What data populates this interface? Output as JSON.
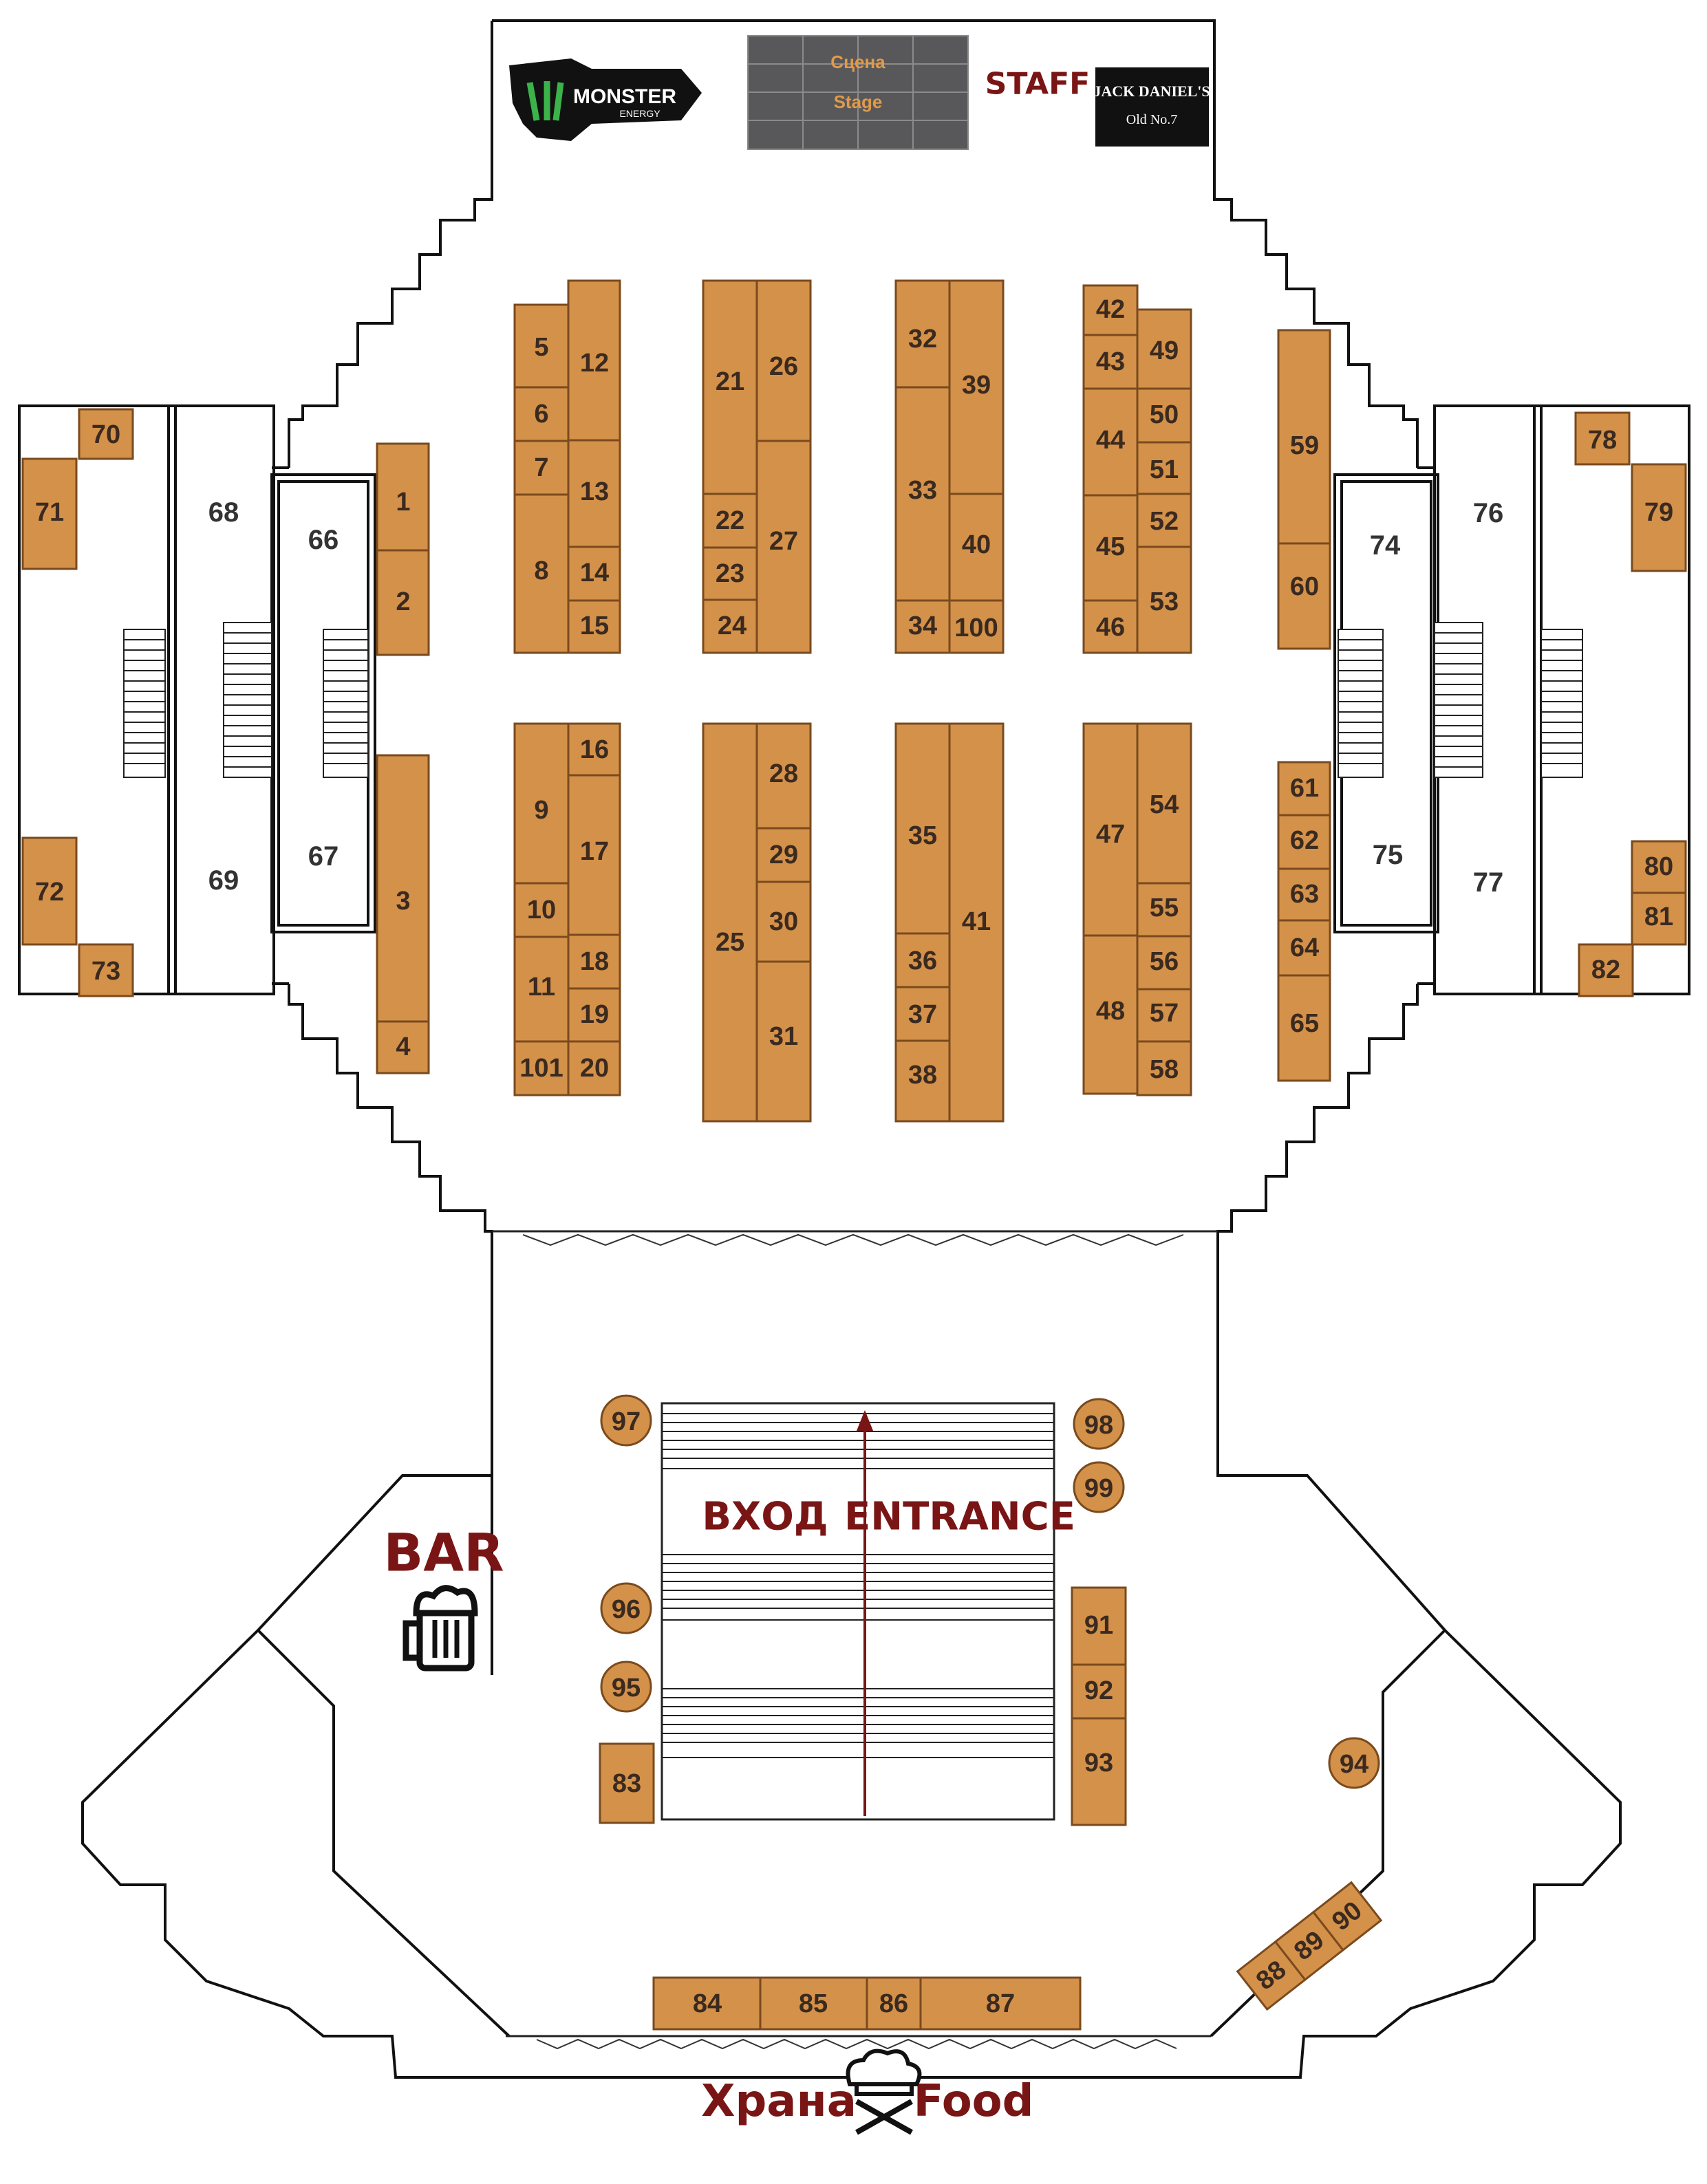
{
  "stage": {
    "line1": "Сцена",
    "line2": "Stage"
  },
  "staff_label": "STAFF",
  "brands": {
    "monster": "MONSTER",
    "monster_sub": "ENERGY",
    "jack": "JACK DANIEL'S",
    "jack_sub": "Old No.7"
  },
  "entrance": {
    "ru": "ВХОД",
    "en": "ENTRANCE"
  },
  "bar_label": "BAR",
  "food": {
    "ru": "Храна",
    "en": "Food"
  },
  "colors": {
    "booth": "#d4914a",
    "booth_border": "#7a4a1d",
    "accent": "#7a1515",
    "stage": "#58585a"
  },
  "icons": [
    "monster-logo-icon",
    "jack-daniels-logo-icon",
    "beer-mug-icon",
    "chef-hat-icon",
    "entrance-arrow-icon"
  ],
  "booths": [
    "1",
    "2",
    "3",
    "4",
    "5",
    "6",
    "7",
    "8",
    "9",
    "10",
    "11",
    "12",
    "13",
    "14",
    "15",
    "16",
    "17",
    "18",
    "19",
    "20",
    "21",
    "22",
    "23",
    "24",
    "25",
    "26",
    "27",
    "28",
    "29",
    "30",
    "31",
    "32",
    "33",
    "34",
    "35",
    "36",
    "37",
    "38",
    "39",
    "40",
    "41",
    "42",
    "43",
    "44",
    "45",
    "46",
    "47",
    "48",
    "49",
    "50",
    "51",
    "52",
    "53",
    "54",
    "55",
    "56",
    "57",
    "58",
    "59",
    "60",
    "61",
    "62",
    "63",
    "64",
    "65",
    "70",
    "71",
    "72",
    "73",
    "78",
    "79",
    "80",
    "81",
    "82",
    "83",
    "84",
    "85",
    "86",
    "87",
    "88",
    "89",
    "90",
    "91",
    "92",
    "93",
    "94",
    "95",
    "96",
    "97",
    "98",
    "99",
    "100",
    "101"
  ],
  "rooms": [
    "66",
    "67",
    "68",
    "69",
    "74",
    "75",
    "76",
    "77"
  ]
}
